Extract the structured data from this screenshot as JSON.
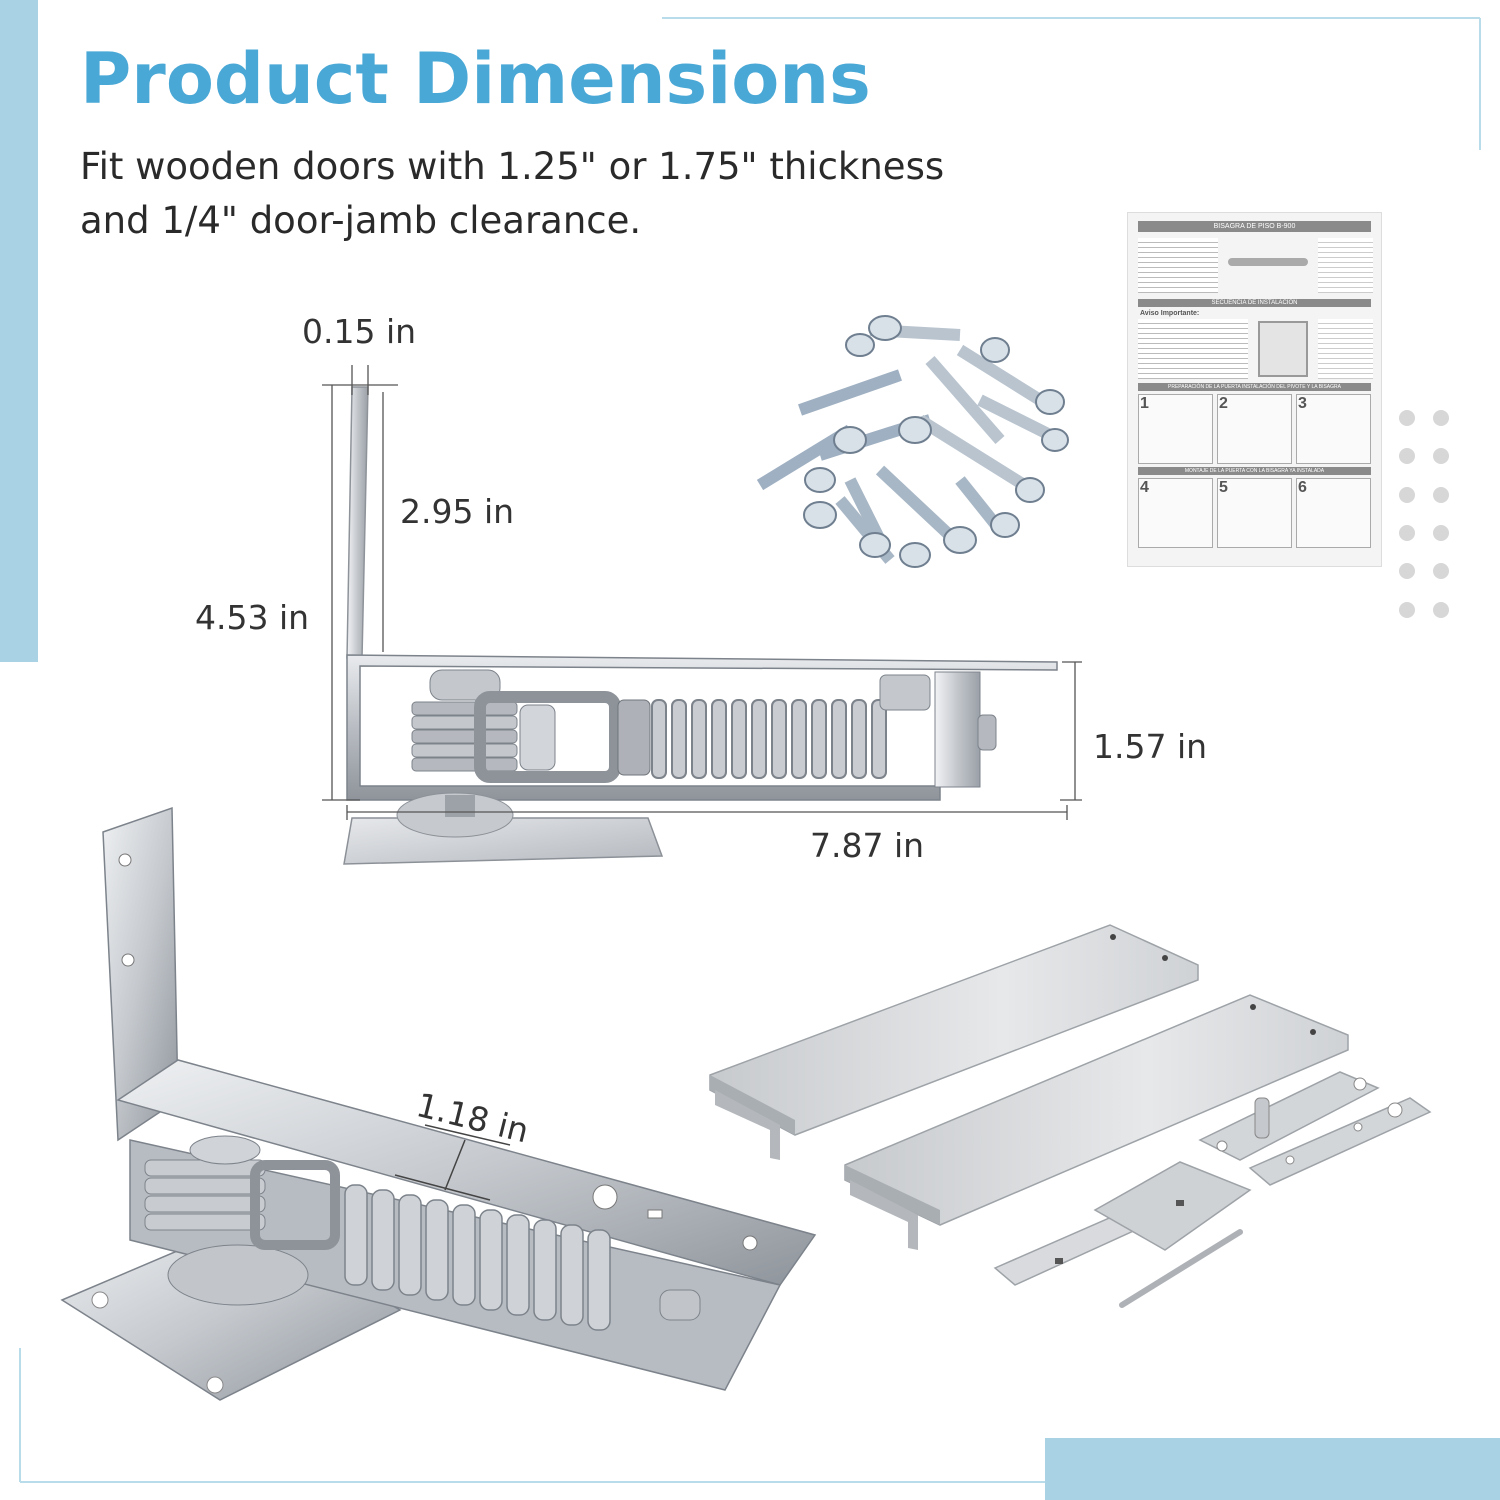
{
  "header": {
    "title": "Product Dimensions",
    "subtitle_line1": "Fit wooden doors with 1.25\" or 1.75\" thickness",
    "subtitle_line2": "and 1/4\" door-jamb clearance."
  },
  "dimensions": {
    "plate_thickness": "0.15 in",
    "arm_height": "2.95 in",
    "total_height": "4.53 in",
    "body_height": "1.57 in",
    "body_length": "7.87 in",
    "spring_width": "1.18 in"
  },
  "manual": {
    "title": "BISAGRA DE PISO B-900",
    "section1": "SECUENCIA DE INSTALACIÓN",
    "section2": "PREPARACIÓN DE LA PUERTA INSTALACIÓN DEL PIVOTE Y LA BISAGRA",
    "section3": "MONTAJE DE LA PUERTA CON LA BISAGRA YA INSTALADA",
    "notice": "Aviso Importante:",
    "steps": [
      "1",
      "2",
      "3",
      "4",
      "5",
      "6"
    ]
  },
  "colors": {
    "accent": "#4aa8d6",
    "accent_light": "#a9d3e4",
    "text": "#2a2a2a",
    "metal": "#c9ccd1"
  }
}
